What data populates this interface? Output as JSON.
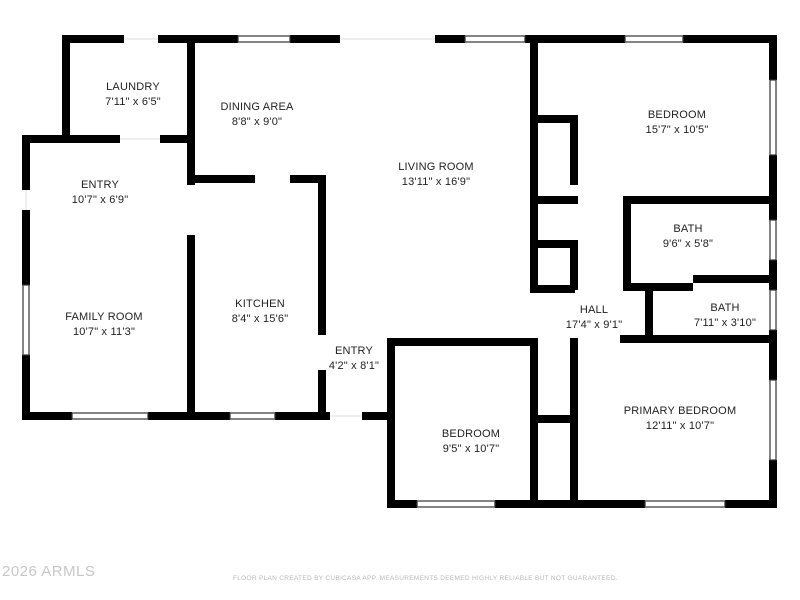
{
  "rooms": {
    "laundry": {
      "name": "LAUNDRY",
      "dims": "7'11\" x 6'5\""
    },
    "dining": {
      "name": "DINING AREA",
      "dims": "8'8\" x 9'0\""
    },
    "living": {
      "name": "LIVING ROOM",
      "dims": "13'11\" x 16'9\""
    },
    "bedroom_top": {
      "name": "BEDROOM",
      "dims": "15'7\" x 10'5\""
    },
    "entry_left": {
      "name": "ENTRY",
      "dims": "10'7\" x 6'9\""
    },
    "family": {
      "name": "FAMILY ROOM",
      "dims": "10'7\" x 11'3\""
    },
    "kitchen": {
      "name": "KITCHEN",
      "dims": "8'4\" x 15'6\""
    },
    "entry_mid": {
      "name": "ENTRY",
      "dims": "4'2\" x 8'1\""
    },
    "bath_top": {
      "name": "BATH",
      "dims": "9'6\" x 5'8\""
    },
    "bath_mid": {
      "name": "BATH",
      "dims": "7'11\" x 3'10\""
    },
    "hall": {
      "name": "HALL",
      "dims": "17'4\" x 9'1\""
    },
    "bedroom_bottom": {
      "name": "BEDROOM",
      "dims": "9'5\" x 10'7\""
    },
    "primary": {
      "name": "PRIMARY BEDROOM",
      "dims": "12'11\" x 10'7\""
    }
  },
  "watermark": "2026 ARMLS",
  "disclaimer": "FLOOR PLAN CREATED BY CUBICASA APP. MEASUREMENTS DEEMED HIGHLY RELIABLE BUT NOT GUARANTEED."
}
